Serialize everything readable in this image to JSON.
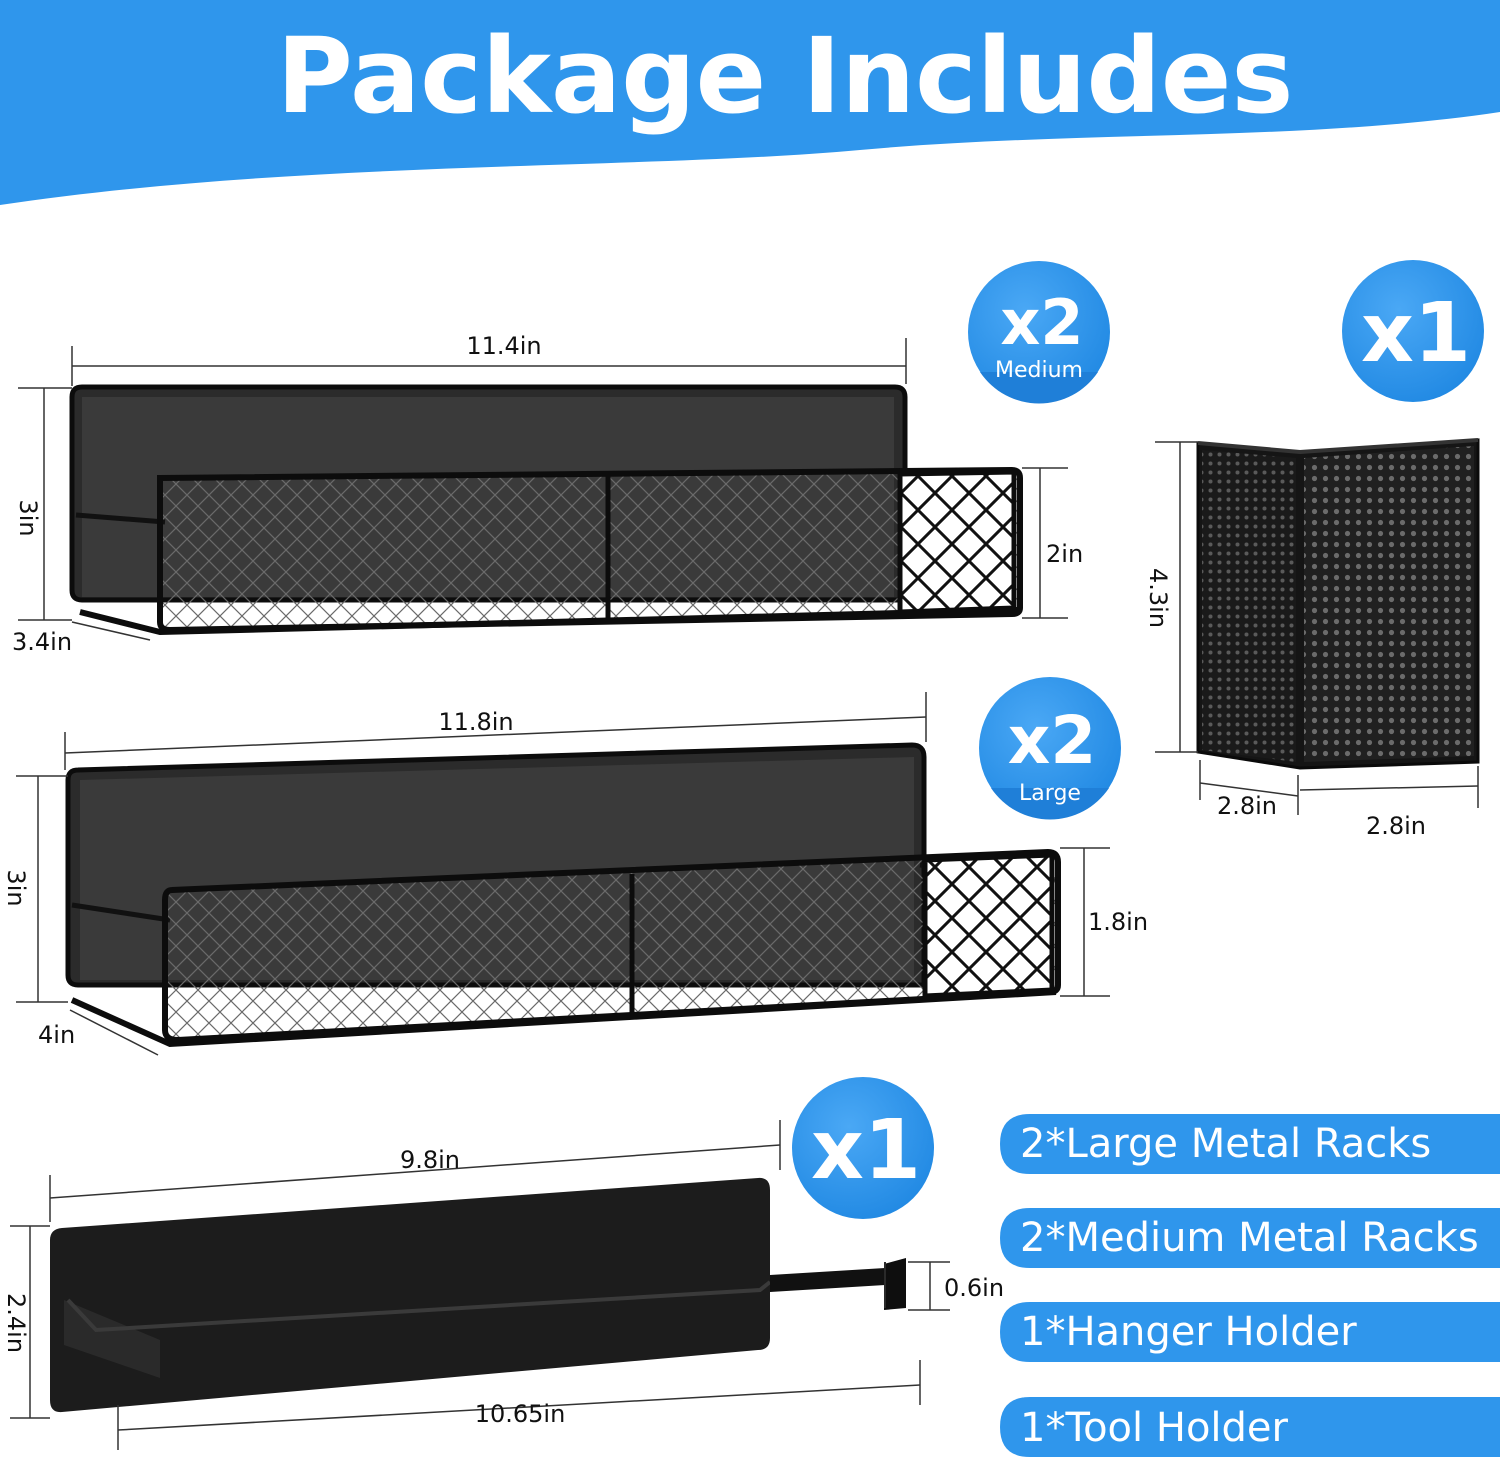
{
  "header": {
    "title": "Package Includes",
    "color": "#2f96ec"
  },
  "badges": {
    "medium": {
      "count": "x2",
      "label": "Medium"
    },
    "large": {
      "count": "x2",
      "label": "Large"
    },
    "tool": {
      "count": "x1"
    },
    "hanger": {
      "count": "x1"
    }
  },
  "medium_rack": {
    "width": "11.4in",
    "height": "3in",
    "depth": "3.4in",
    "front_height": "2in"
  },
  "large_rack": {
    "width": "11.8in",
    "height": "3in",
    "depth": "4in",
    "front_height": "1.8in"
  },
  "tool_holder": {
    "height": "4.3in",
    "depth": "2.8in",
    "width": "2.8in"
  },
  "hanger_holder": {
    "top_width": "9.8in",
    "height": "2.4in",
    "bar_height": "0.6in",
    "bottom_width": "10.65in"
  },
  "contents": [
    "2*Large Metal Racks",
    "2*Medium Metal Racks",
    "1*Hanger Holder",
    "1*Tool Holder"
  ],
  "colors": {
    "accent": "#2f96ec",
    "product": "#1c1c1c",
    "badge_dark": "#1f7fd8"
  }
}
